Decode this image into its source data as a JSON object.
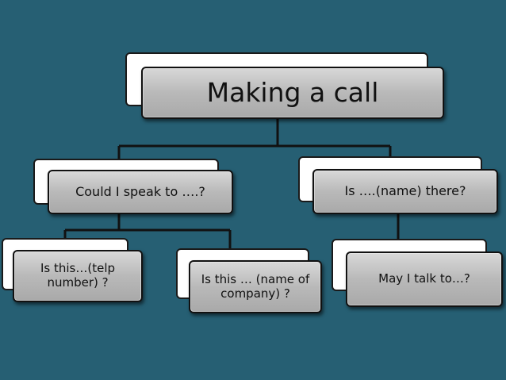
{
  "colors": {
    "background": "#265f73",
    "node_fill": "#b9b9b9",
    "node_border": "#111111",
    "connector": "#111111",
    "back_card": "#ffffff"
  },
  "diagram": {
    "root": {
      "label": "Making a call"
    },
    "branches": [
      {
        "label": "Could I speak to ….?",
        "children": [
          {
            "label": "Is this…(telp number) ?"
          },
          {
            "label": "Is this … (name of company) ?"
          }
        ]
      },
      {
        "label": "Is ….(name) there?",
        "children": [
          {
            "label": "May I talk to…?"
          }
        ]
      }
    ]
  }
}
